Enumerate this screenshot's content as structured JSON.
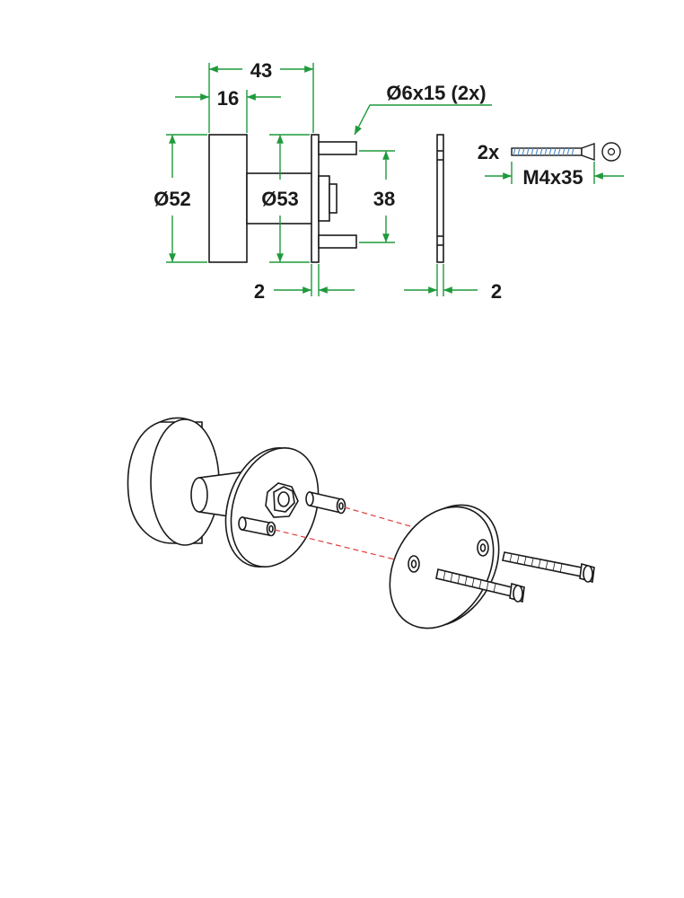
{
  "dimensions": {
    "overall_length": "43",
    "knob_width": "16",
    "knob_diameter": "Ø52",
    "rose_diameter": "Ø53",
    "pin_spacing": "38",
    "pin_callout": "Ø6x15 (2x)",
    "plate_thickness_left": "2",
    "plate_thickness_right": "2",
    "screw_qty": "2x",
    "screw_size": "M4x35"
  },
  "colors": {
    "dimension_line": "#1f9a3c",
    "part_outline": "#1a1a1a",
    "part_fill": "#ffffff",
    "thread_highlight": "#5a8fc8",
    "alignment_line": "#e03a3a"
  }
}
